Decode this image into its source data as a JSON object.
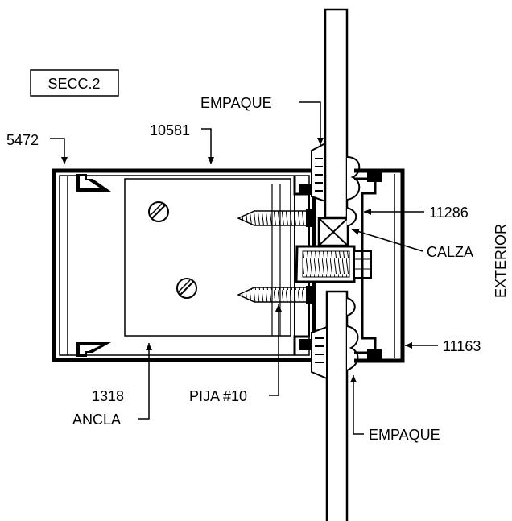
{
  "section": "SECC.2",
  "side_label": "EXTERIOR",
  "callouts": {
    "profile_5472": "5472",
    "profile_10581": "10581",
    "empaque_top": "EMPAQUE",
    "profile_11286": "11286",
    "calza": "CALZA",
    "profile_11163": "11163",
    "anchor_code": "1318",
    "anchor_name": "ANCLA",
    "screw": "PIJA #10",
    "empaque_bottom": "EMPAQUE"
  }
}
